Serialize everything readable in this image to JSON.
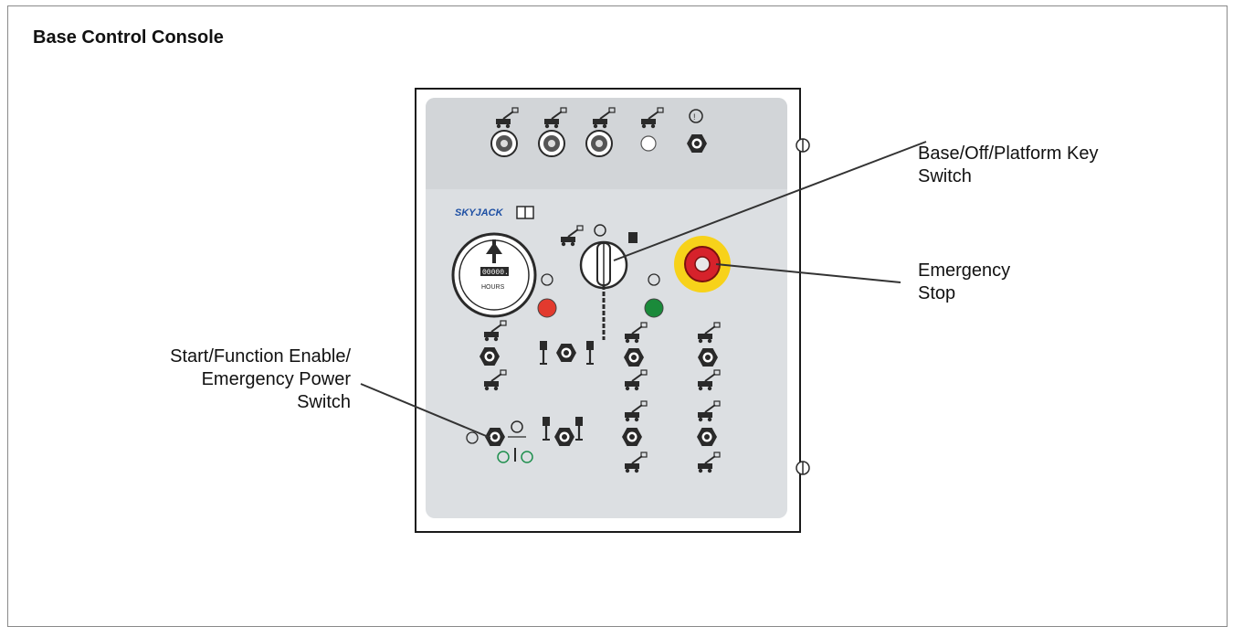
{
  "title": "Base Control Console",
  "callouts": {
    "key_switch": {
      "line1": "Base/Off/Platform Key",
      "line2": "Switch"
    },
    "emergency_stop": {
      "line1": "Emergency",
      "line2": "Stop"
    },
    "start_switch": {
      "line1": "Start/Function Enable/",
      "line2": "Emergency Power",
      "line3": "Switch"
    }
  },
  "panel": {
    "brand": "SKYJACK",
    "hour_meter_label": "HOURS",
    "hour_meter_digits": "00000.0"
  },
  "colors": {
    "emergency_stop_red": "#d6222b",
    "emergency_stop_ring": "#f7d21a",
    "indicator_red": "#e23a2e",
    "indicator_green": "#1a8a3a",
    "brand_blue": "#1d4fa3",
    "enable_green": "#1f8f4e"
  }
}
